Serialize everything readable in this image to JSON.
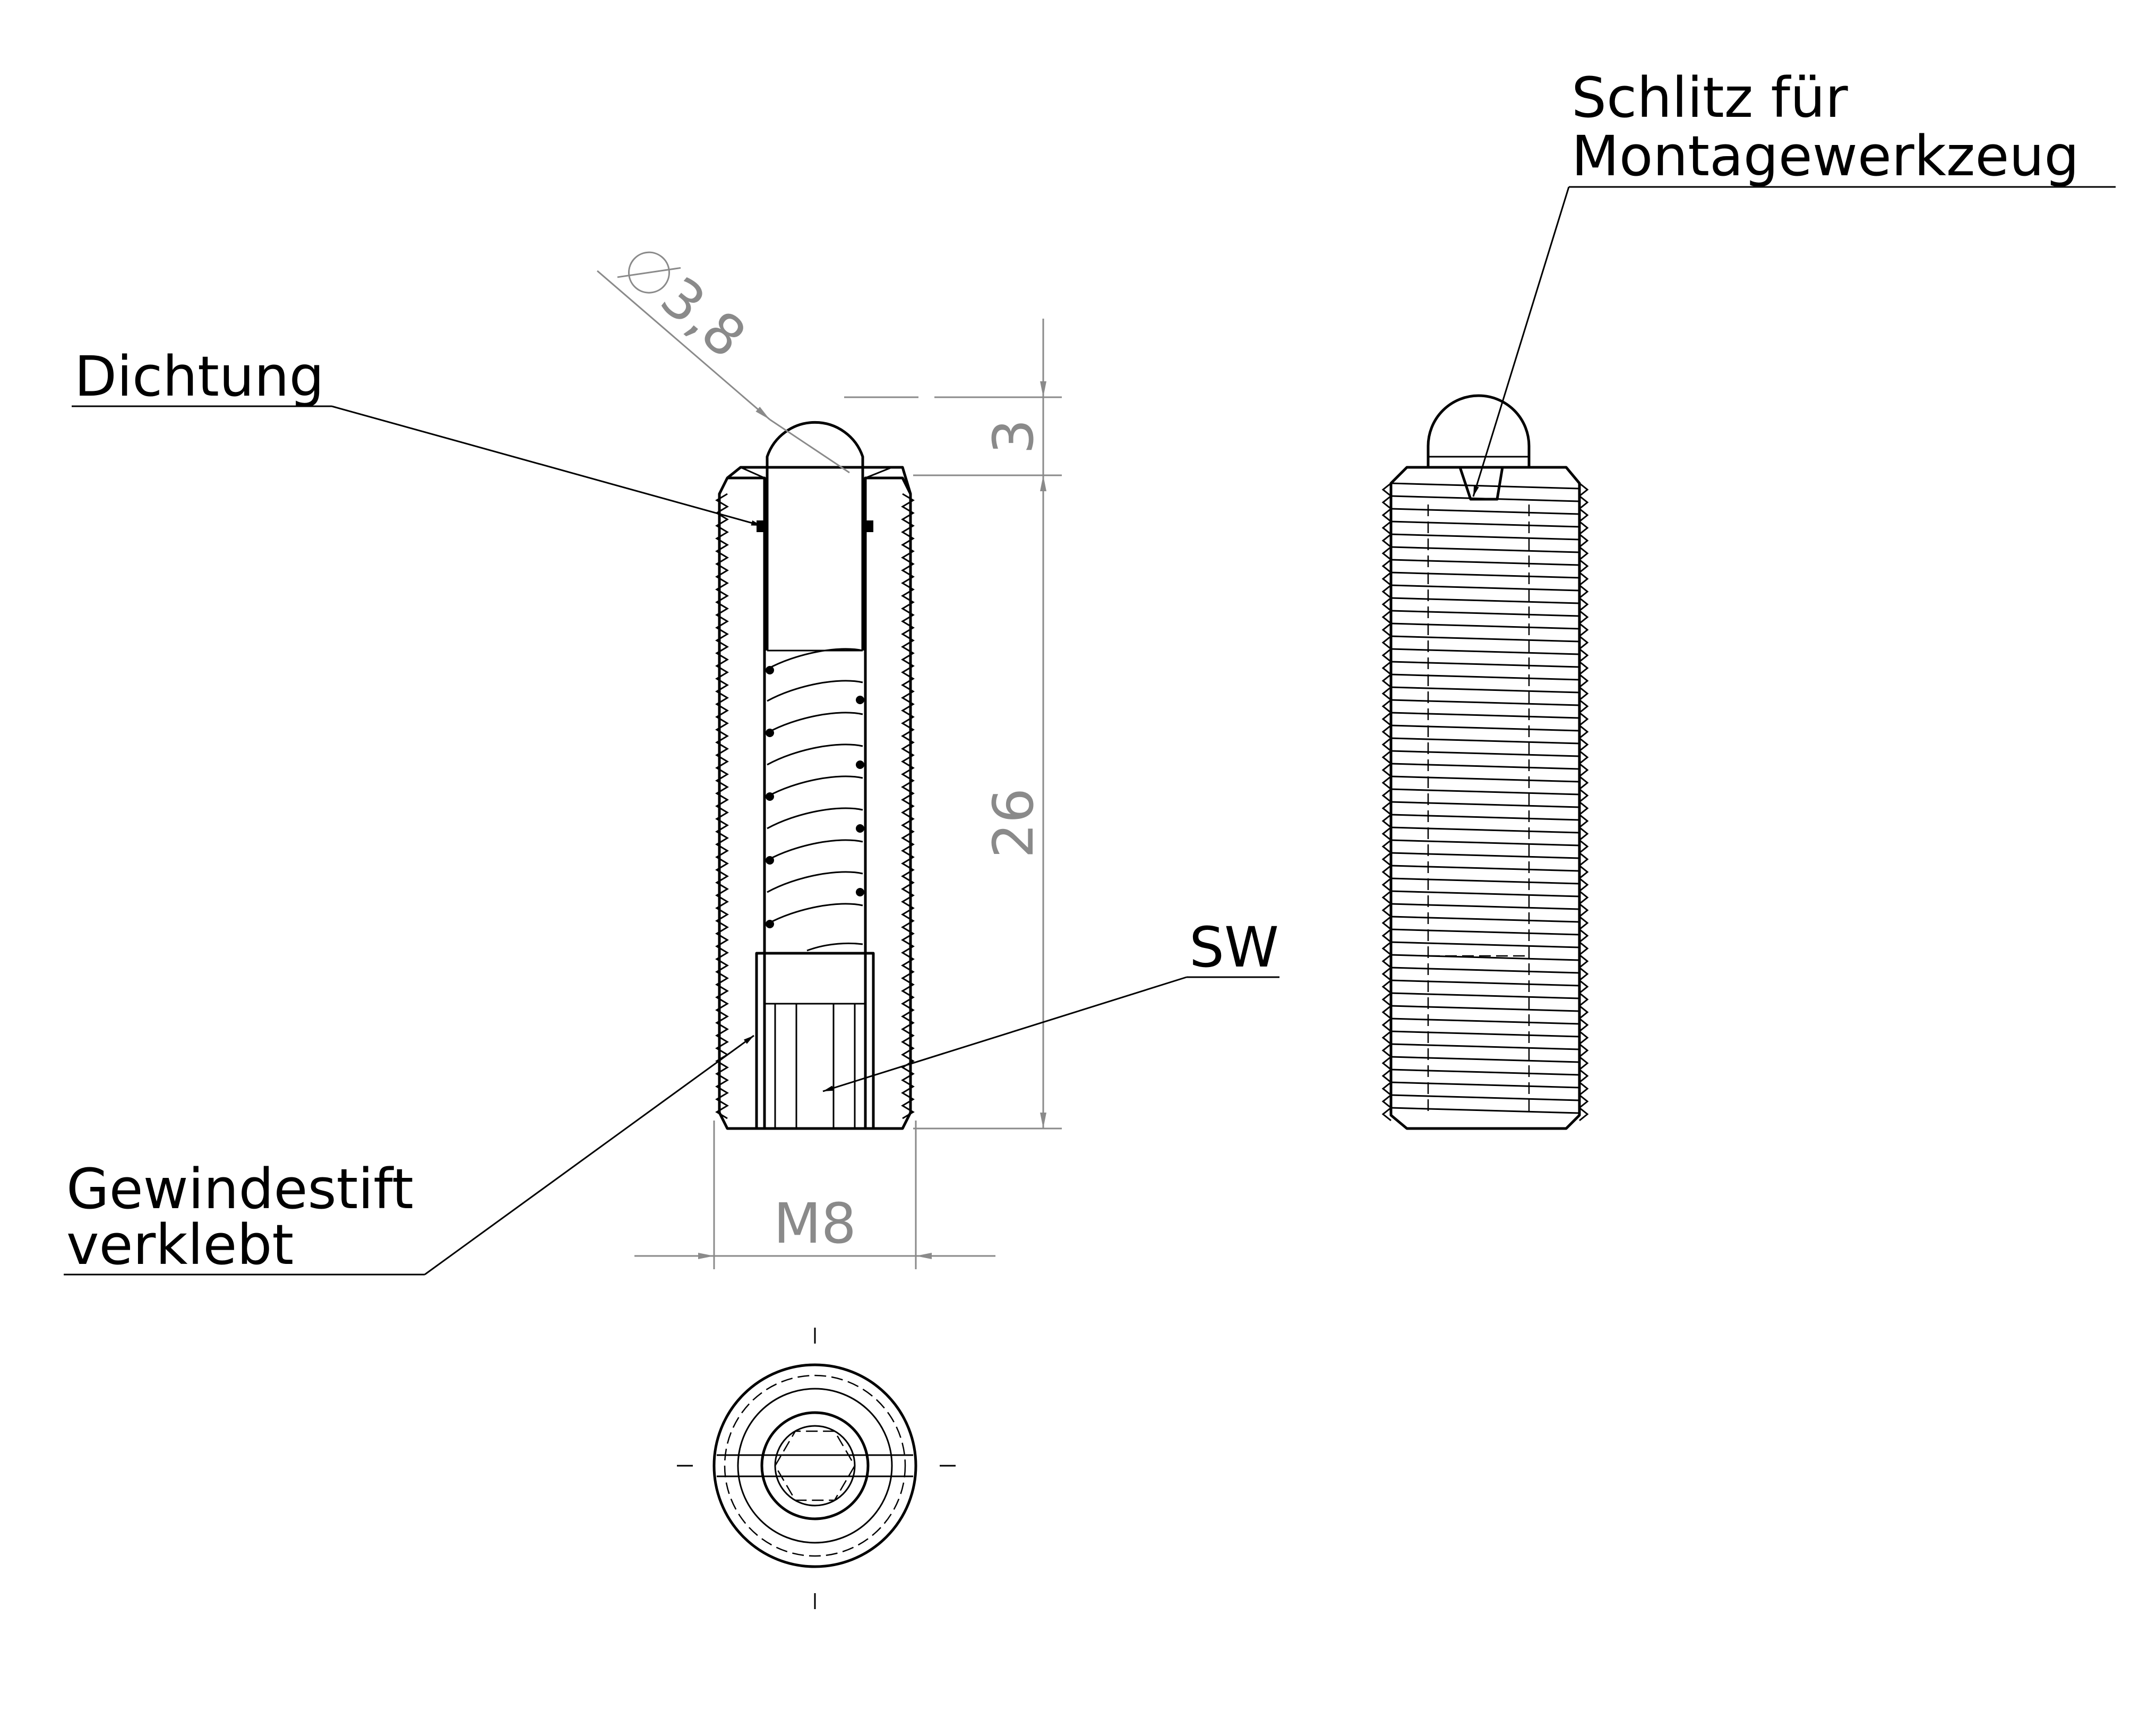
{
  "labels": {
    "dichtung": "Dichtung",
    "schlitz_line1": "Schlitz für",
    "schlitz_line2": "Montagewerkzeug",
    "sw": "SW",
    "gewindestift_line1": "Gewindestift",
    "gewindestift_line2": "verklebt"
  },
  "dimensions": {
    "diameter": "3,8",
    "tip_height": "3",
    "body_length": "26",
    "thread": "M8"
  },
  "colors": {
    "lines": "#000000",
    "dimensions": "#8a8a8a",
    "background": "#ffffff"
  }
}
